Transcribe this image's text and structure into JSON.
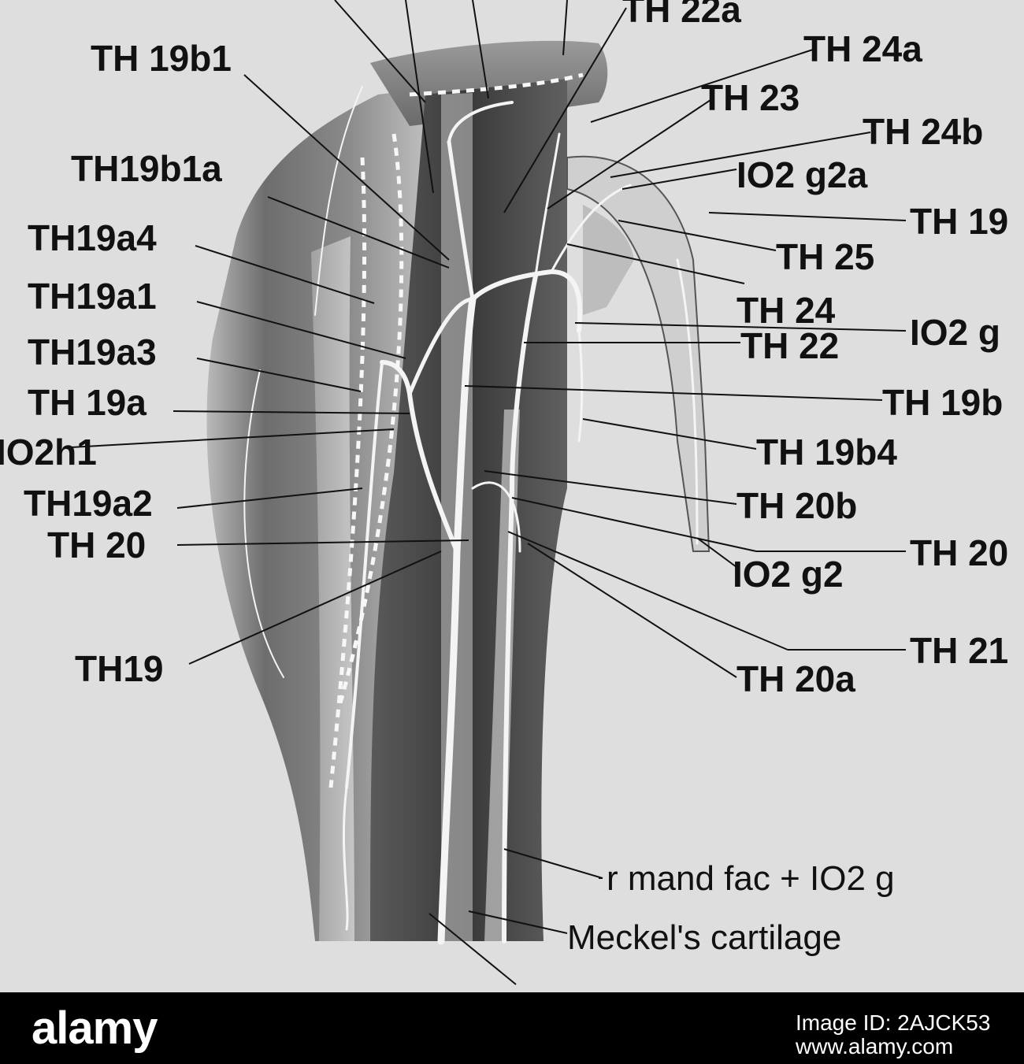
{
  "figure": {
    "labels": {
      "th19b1": "TH 19b1",
      "th19b1a": "TH19b1a",
      "th19a4": "TH19a4",
      "th19a1": "TH19a1",
      "th19a3": "TH19a3",
      "th19a": "TH 19a",
      "io2h1": "IO2h1",
      "th19a2": "TH19a2",
      "th20": "TH 20",
      "th19": "TH19",
      "th22a": "TH 22a",
      "th24a": "TH 24a",
      "th23": "TH 23",
      "th24b": "TH 24b",
      "io2g2a": "IO2 g2a",
      "th19_right": "TH 19",
      "th25": "TH 25",
      "th24": "TH 24",
      "io2g_right": "IO2 g",
      "th22": "TH 22",
      "th19b": "TH 19b",
      "th19b4": "TH 19b4",
      "th20b": "TH 20b",
      "th20_right": "TH 20",
      "io2g2": "IO2 g2",
      "th21": "TH 21",
      "th20a": "TH 20a",
      "r_mand_fac": "r mand fac + IO2 g",
      "meckel": "Meckel's cartilage"
    }
  },
  "watermark": {
    "logo": "alamy",
    "image_id": "Image ID: 2AJCK53",
    "url": "www.alamy.com"
  }
}
